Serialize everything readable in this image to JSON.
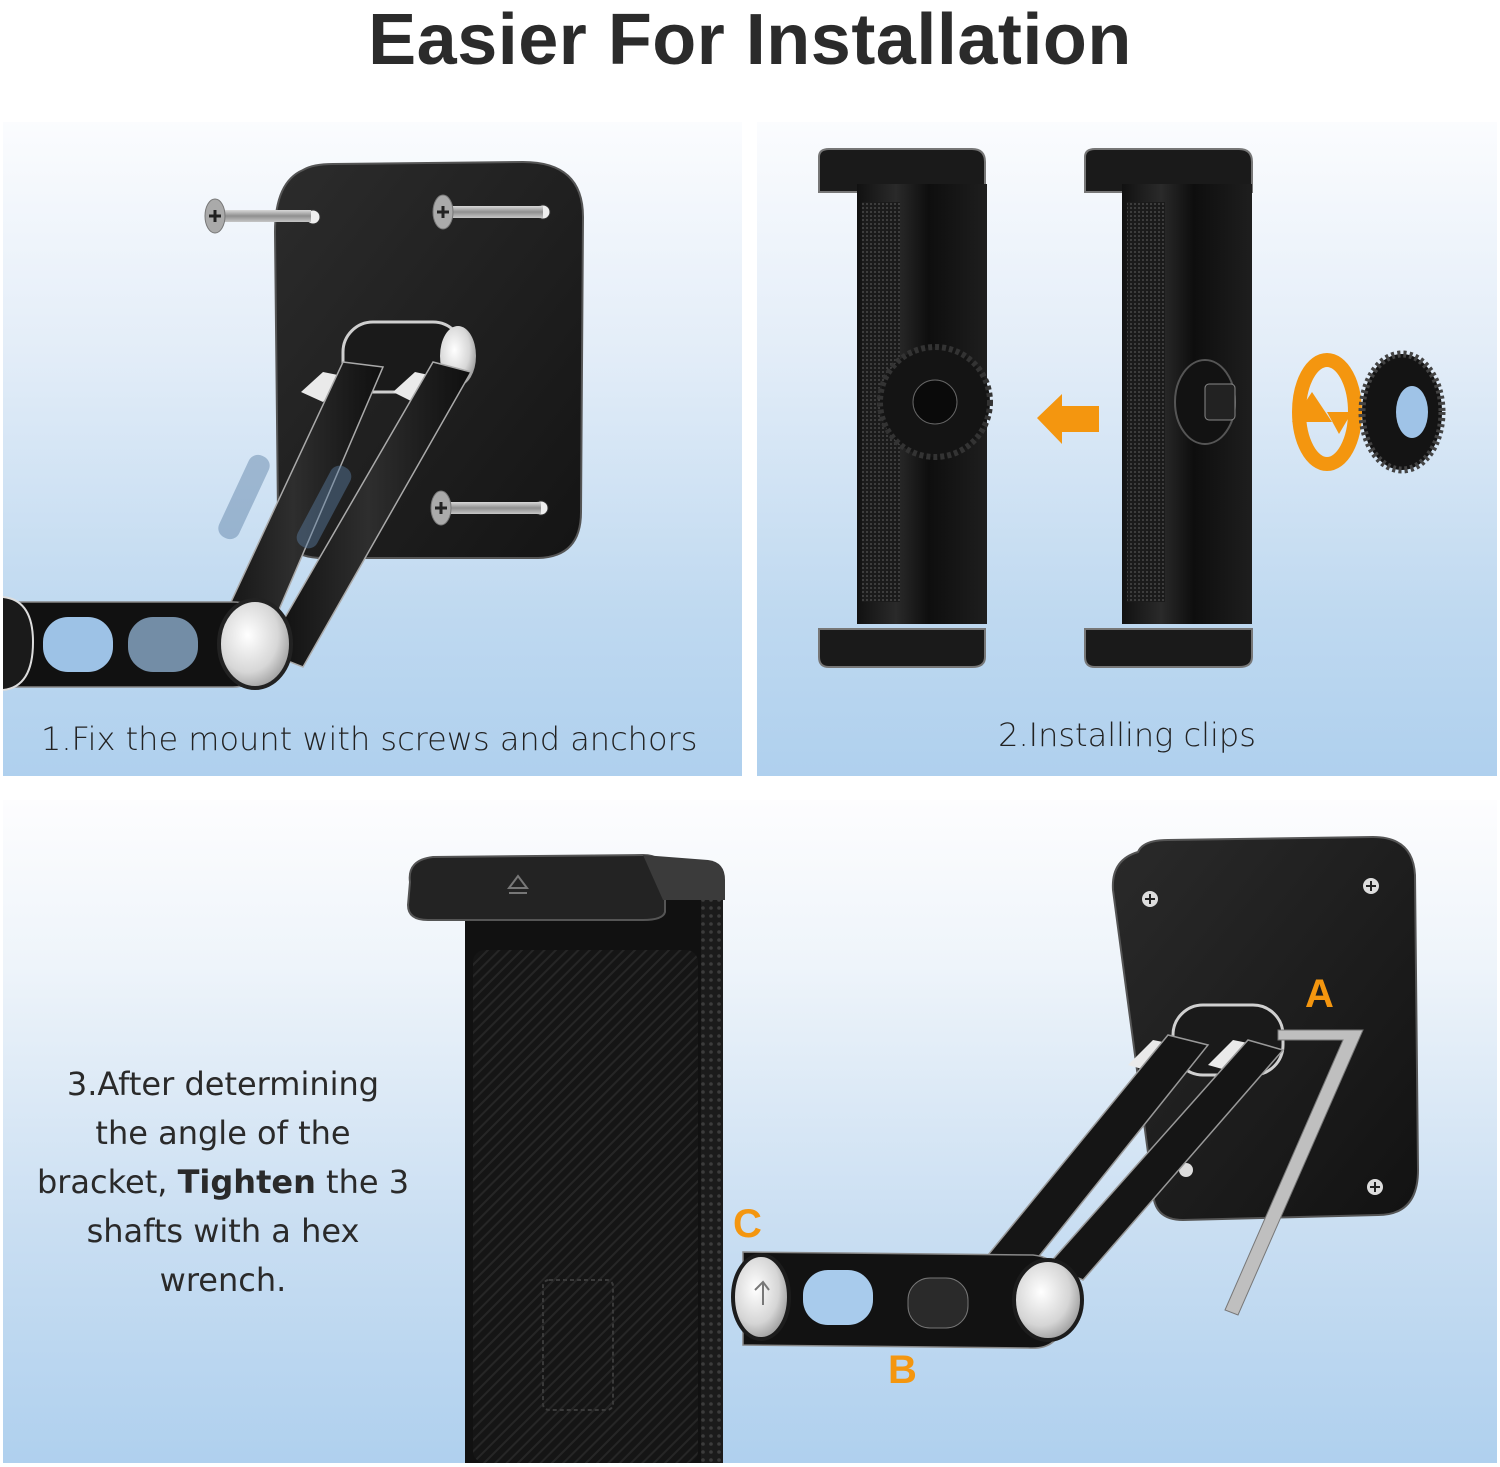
{
  "title": "Easier For Installation",
  "colors": {
    "accent_orange": "#f4960f",
    "panel_blue": "#afd0ee",
    "title_text": "#2b2b2b",
    "metal_black": "#1c1c1c"
  },
  "steps": [
    {
      "number": 1,
      "caption": "1.Fix the mount with screws and anchors",
      "illustration": "wall-plate-with-screws-and-folding-arm"
    },
    {
      "number": 2,
      "caption": "2.Installing clips",
      "illustration": "two-clips-with-knob-arrow-and-rotate-icon"
    },
    {
      "number": 3,
      "caption_parts": {
        "line1": "3.After determining",
        "line2": "the angle of the",
        "line3_pre": "bracket, ",
        "line3_bold": "Tighten",
        "line3_post": " the 3",
        "line4": "shafts with a hex",
        "line5": "wrench."
      },
      "illustration": "assembled-mount-with-hex-wrench",
      "shaft_labels": [
        "A",
        "B",
        "C"
      ]
    }
  ],
  "icons": {
    "arrow": "left-arrow-icon",
    "rotate": "rotate-arrows-icon",
    "eject": "eject-icon"
  }
}
